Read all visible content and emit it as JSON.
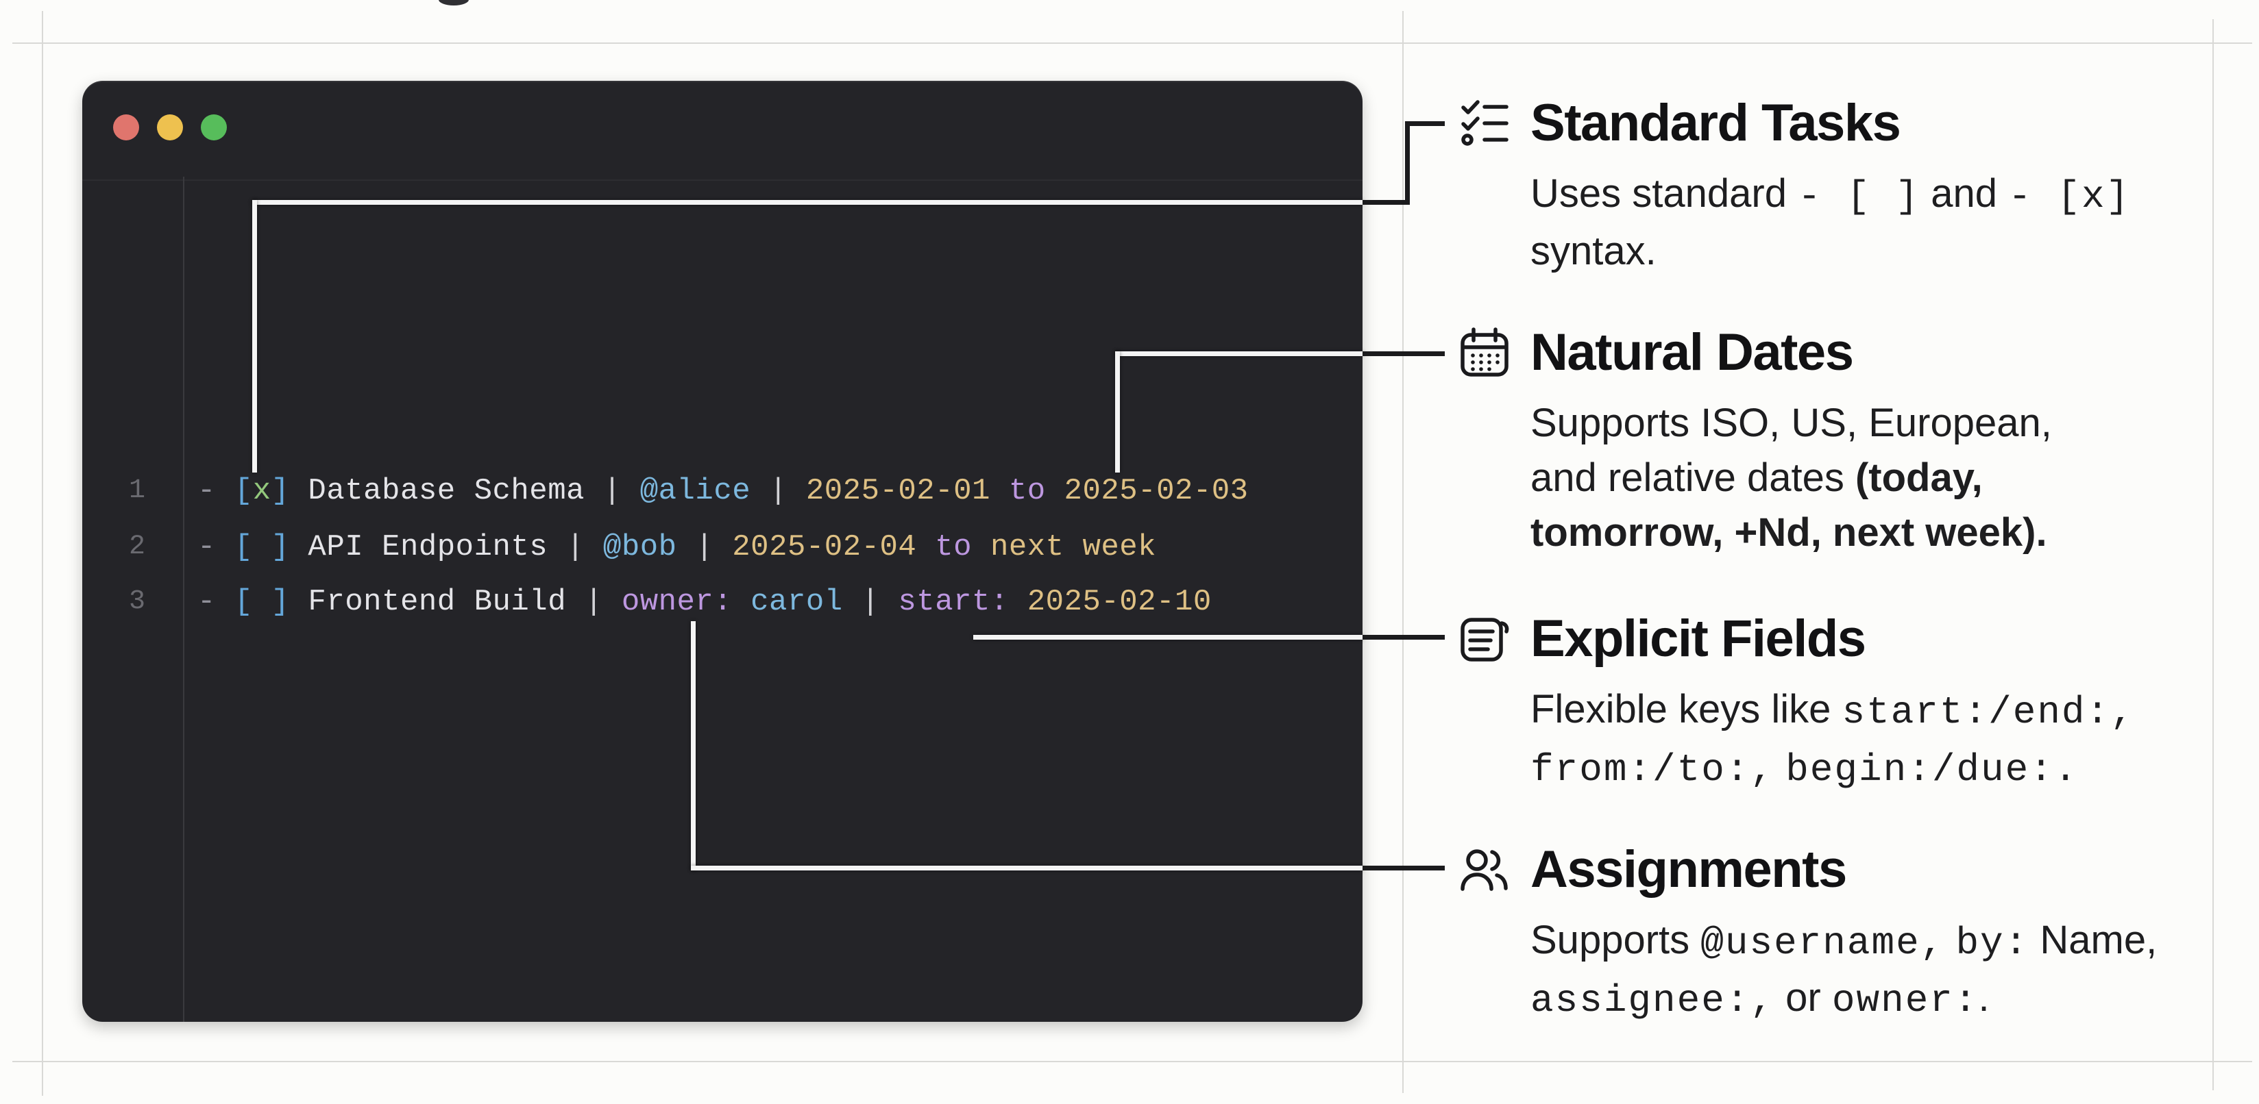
{
  "palette": {
    "dash": "#90909a",
    "bracket": "#64a7da",
    "check": "#93c87c",
    "text": "#e4e4e8",
    "pipe": "#d2d2d6",
    "mention": "#7db8de",
    "date": "#dec084",
    "kw": "#bd97e0",
    "traffic_red": "#e0756d",
    "traffic_yellow": "#eec14f",
    "traffic_green": "#57bd5b",
    "window_bg": "#242428",
    "connector_dark": "#1b1b1d",
    "connector_light": "#f4f4f4"
  },
  "window": {
    "controls": [
      {
        "name": "close",
        "color": "#e0756d"
      },
      {
        "name": "minimize",
        "color": "#eec14f"
      },
      {
        "name": "zoom",
        "color": "#57bd5b"
      }
    ],
    "code_lines": [
      {
        "num": "1",
        "tokens": [
          {
            "t": "- ",
            "c": "dash"
          },
          {
            "t": "[",
            "c": "bracket"
          },
          {
            "t": "x",
            "c": "check"
          },
          {
            "t": "]",
            "c": "bracket"
          },
          {
            "t": " Database Schema ",
            "c": "text"
          },
          {
            "t": "|",
            "c": "pipe"
          },
          {
            "t": " ",
            "c": "text"
          },
          {
            "t": "@alice",
            "c": "mention"
          },
          {
            "t": " ",
            "c": "text"
          },
          {
            "t": "|",
            "c": "pipe"
          },
          {
            "t": " ",
            "c": "text"
          },
          {
            "t": "2025-02-01",
            "c": "date"
          },
          {
            "t": " ",
            "c": "text"
          },
          {
            "t": "to",
            "c": "kw"
          },
          {
            "t": " ",
            "c": "text"
          },
          {
            "t": "2025-02-03",
            "c": "date"
          }
        ]
      },
      {
        "num": "2",
        "tokens": [
          {
            "t": "- ",
            "c": "dash"
          },
          {
            "t": "[",
            "c": "bracket"
          },
          {
            "t": " ",
            "c": "text"
          },
          {
            "t": "]",
            "c": "bracket"
          },
          {
            "t": " API Endpoints ",
            "c": "text"
          },
          {
            "t": "|",
            "c": "pipe"
          },
          {
            "t": " ",
            "c": "text"
          },
          {
            "t": "@bob",
            "c": "mention"
          },
          {
            "t": " ",
            "c": "text"
          },
          {
            "t": "|",
            "c": "pipe"
          },
          {
            "t": " ",
            "c": "text"
          },
          {
            "t": "2025-02-04",
            "c": "date"
          },
          {
            "t": " ",
            "c": "text"
          },
          {
            "t": "to",
            "c": "kw"
          },
          {
            "t": " ",
            "c": "text"
          },
          {
            "t": "next week",
            "c": "date"
          }
        ]
      },
      {
        "num": "3",
        "tokens": [
          {
            "t": "- ",
            "c": "dash"
          },
          {
            "t": "[",
            "c": "bracket"
          },
          {
            "t": " ",
            "c": "text"
          },
          {
            "t": "]",
            "c": "bracket"
          },
          {
            "t": " Frontend Build ",
            "c": "text"
          },
          {
            "t": "|",
            "c": "pipe"
          },
          {
            "t": " ",
            "c": "text"
          },
          {
            "t": "owner:",
            "c": "kw"
          },
          {
            "t": " ",
            "c": "text"
          },
          {
            "t": "carol",
            "c": "mention"
          },
          {
            "t": " ",
            "c": "text"
          },
          {
            "t": "|",
            "c": "pipe"
          },
          {
            "t": " ",
            "c": "text"
          },
          {
            "t": "start:",
            "c": "kw"
          },
          {
            "t": " ",
            "c": "text"
          },
          {
            "t": "2025-02-10",
            "c": "date"
          }
        ]
      }
    ]
  },
  "annotations": [
    {
      "icon": "checklist-icon",
      "title": "Standard Tasks",
      "desc": [
        [
          {
            "t": "Uses standard ",
            "s": "n"
          },
          {
            "t": "- [ ]",
            "s": "m"
          },
          {
            "t": " and ",
            "s": "n"
          },
          {
            "t": "- [x]",
            "s": "m"
          }
        ],
        [
          {
            "t": "syntax.",
            "s": "n"
          }
        ]
      ]
    },
    {
      "icon": "calendar-icon",
      "title": "Natural Dates",
      "desc": [
        [
          {
            "t": "Supports ISO, US, European,",
            "s": "n"
          }
        ],
        [
          {
            "t": "and relative dates ",
            "s": "n"
          },
          {
            "t": "(today,",
            "s": "b"
          }
        ],
        [
          {
            "t": "tomorrow, +Nd, next week).",
            "s": "b"
          }
        ]
      ]
    },
    {
      "icon": "note-icon",
      "title": "Explicit Fields",
      "desc": [
        [
          {
            "t": "Flexible keys like ",
            "s": "n"
          },
          {
            "t": "start:/end:,",
            "s": "m"
          }
        ],
        [
          {
            "t": "from:/to:,",
            "s": "m"
          },
          {
            "t": " ",
            "s": "n"
          },
          {
            "t": "begin:/due:.",
            "s": "m"
          }
        ]
      ]
    },
    {
      "icon": "people-icon",
      "title": "Assignments",
      "desc": [
        [
          {
            "t": "Supports ",
            "s": "n"
          },
          {
            "t": "@username,",
            "s": "m"
          },
          {
            "t": " ",
            "s": "n"
          },
          {
            "t": "by:",
            "s": "m"
          },
          {
            "t": " Name,",
            "s": "n"
          }
        ],
        [
          {
            "t": "assignee:,",
            "s": "m"
          },
          {
            "t": " or ",
            "s": "n"
          },
          {
            "t": "owner:",
            "s": "m"
          },
          {
            "t": ".",
            "s": "n"
          }
        ]
      ]
    }
  ]
}
